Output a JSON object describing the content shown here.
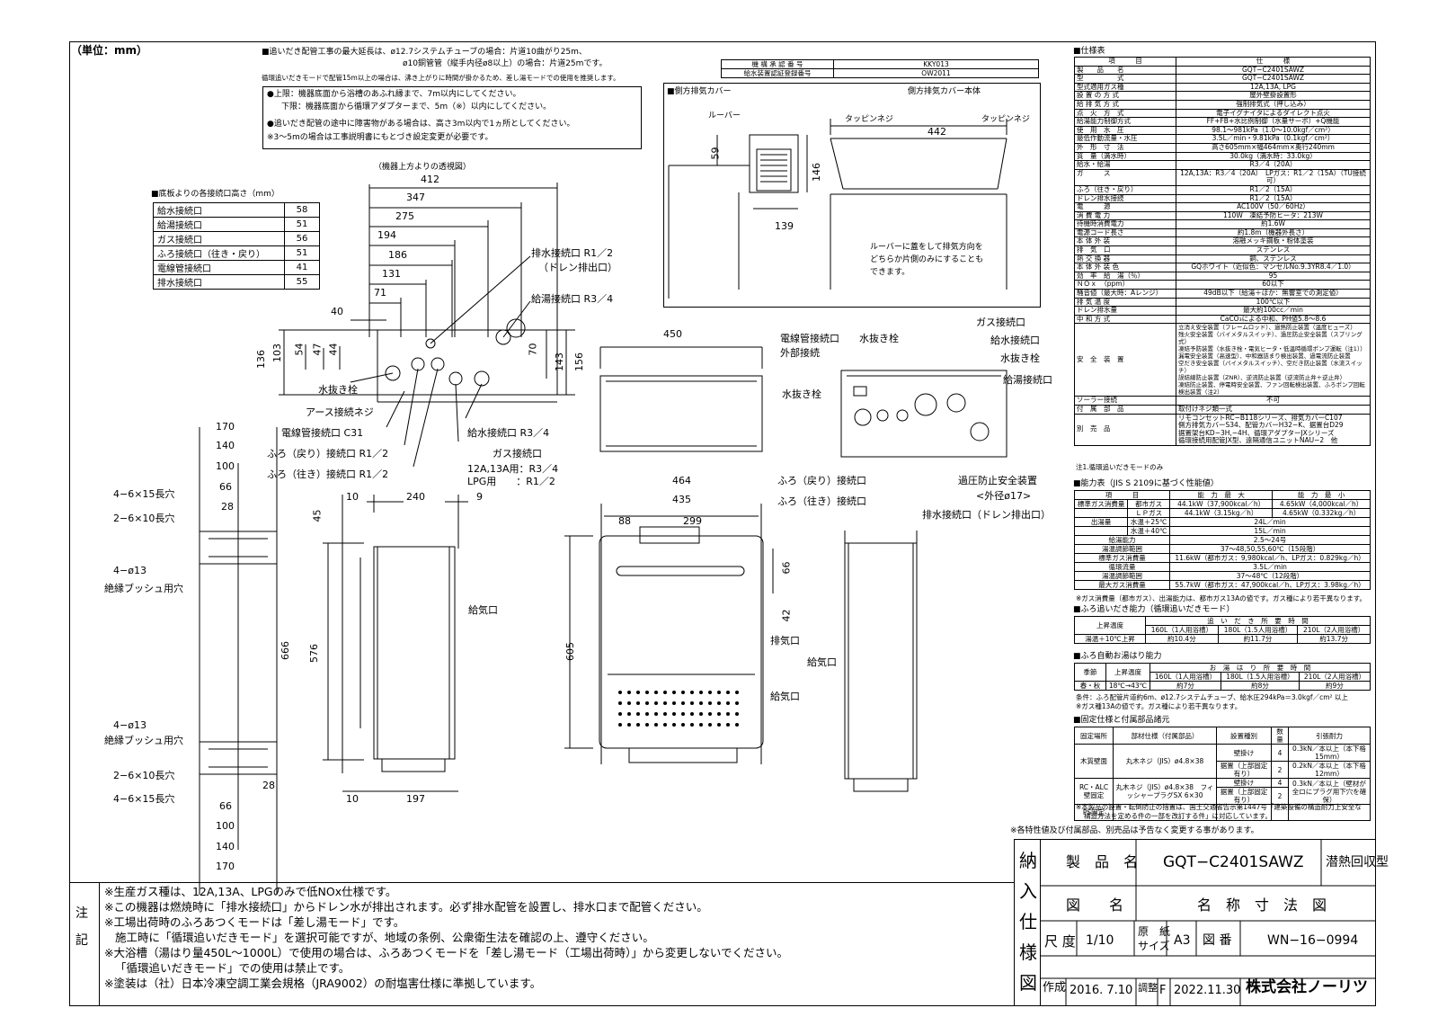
{
  "unit_label": "（単位：mm）",
  "piping_notes": [
    "■追いだき配管工事の最大延長は、ø12.7システムチューブの場合：片道10曲がり25m、",
    "ø10銅管管（縦手内径ø8以上）の場合：片道25mです。",
    "循環追いだきモードで配管15m以上の場合は、沸き上がりに時間が掛かるため、差し湯モードでの使用を推奨します。",
    "●上限：機器底面から浴槽のあふれ縁まで、7m以内にしてください。",
    "下限：機器底面から循環アダプターまで、5m（※）以内にしてください。",
    "●追いだき配管の途中に障害物がある場合は、高さ3m以内で1ヵ所としてください。",
    "※3〜5mの場合は工事説明書にもとづき設定変更が必要です。"
  ],
  "approval": {
    "rows": [
      {
        "label": "機 構 承 認 番 号",
        "value": "KKY013"
      },
      {
        "label": "給水装置認証登録番号",
        "value": "OW2011"
      }
    ]
  },
  "side_cover": {
    "title": "■側方排気カバー",
    "body_label": "側方排気カバー本体",
    "louver": "ルーバー",
    "tapping1": "タッピンネジ",
    "tapping2": "タッピンネジ",
    "dim442": "442",
    "dim59": "59",
    "dim146": "146",
    "dim139": "139",
    "note": [
      "ルーバーに蓋をして排気方向を",
      "どちらか片側のみにすることも",
      "できます。"
    ]
  },
  "joint_table": {
    "title": "■底板よりの各接続口高さ（mm）",
    "rows": [
      {
        "name": "給水接続口",
        "val": "58"
      },
      {
        "name": "給湯接続口",
        "val": "51"
      },
      {
        "name": "ガス接続口",
        "val": "56"
      },
      {
        "name": "ふろ接続口（往き・戻り）",
        "val": "51"
      },
      {
        "name": "電線管接続口",
        "val": "41"
      },
      {
        "name": "排水接続口",
        "val": "55"
      }
    ]
  },
  "top_view": {
    "title": "（機器上方よりの透視図）",
    "dims": [
      "412",
      "347",
      "275",
      "194",
      "186",
      "131",
      "71",
      "40",
      "136",
      "103",
      "54",
      "47",
      "44",
      "70",
      "143",
      "156"
    ],
    "labels": {
      "drain": "排水接続口 R1／2",
      "drain_sub": "（ドレン排出口）",
      "hot": "給湯接続口 R3／4",
      "water_plug": "水抜き栓",
      "earth": "アース接続ネジ",
      "conduit": "電線管接続口 C31",
      "bath_ret": "ふろ（戻り）接続口 R1／2",
      "bath_go": "ふろ（往き）接続口 R1／2",
      "water": "給水接続口 R3／4",
      "gas": "ガス接続口",
      "gas_12a": "12A,13A用：R3／4",
      "gas_lpg": "LPG用　　：R1／2"
    }
  },
  "bottom_view": {
    "dim450": "450",
    "labels": {
      "conduit": "電線管接続口",
      "ext": "外部接続",
      "plug1": "水抜き栓",
      "plug2": "水抜き栓",
      "plug3": "水抜き栓",
      "gas": "ガス接続口",
      "water": "給水接続口",
      "hot": "給湯接続口",
      "bath_ret": "ふろ（戻り）接続口",
      "bath_go": "ふろ（往き）接続口",
      "relief": "過圧防止安全装置",
      "relief_dia": "<外径ø17>",
      "drain": "排水接続口（ドレン排出口）"
    }
  },
  "bracket": {
    "dims": [
      "170",
      "140",
      "100",
      "66",
      "28",
      "28",
      "66",
      "100",
      "140",
      "170"
    ],
    "holes_top": [
      "4−6×15長穴",
      "2−6×10長穴",
      "4−ø13",
      "絶縁ブッシュ用穴"
    ],
    "holes_bot": [
      "4−ø13",
      "絶縁ブッシュ用穴",
      "2−6×10長穴",
      "4−6×15長穴"
    ]
  },
  "side_view": {
    "dims": [
      "10",
      "240",
      "9",
      "45",
      "666",
      "576",
      "10",
      "197"
    ],
    "air_in": "給気口"
  },
  "front_view": {
    "dims": [
      "464",
      "435",
      "88",
      "299",
      "66",
      "42",
      "605"
    ],
    "exhaust": "排気口",
    "air_in": "給気口"
  },
  "right_view": {
    "air_in": "給気口"
  },
  "spec": {
    "title": "■仕様表",
    "header": [
      "項　　　目",
      "仕　　　様"
    ],
    "rows": [
      [
        "製　　品　　名",
        "GQT−C2401SAWZ"
      ],
      [
        "型　　　　　式",
        "GQT−C2401SAWZ"
      ],
      [
        "型式適用ガス種",
        "12A,13A, LPG"
      ],
      [
        "設 置 の 方 式",
        "屋外壁掛設置形"
      ],
      [
        "給 排 気 方 式",
        "強制排気式（押し込み）"
      ],
      [
        "点　火　方　式",
        "電子イグナイタによるダイレクト点火"
      ],
      [
        "給湯能力制御方式",
        "FF+FB+水比例制御（水量サーボ）+Q機能"
      ],
      [
        "使　用　水　圧",
        "98.1〜981kPa（1.0〜10.0kgf／cm²）"
      ],
      [
        "最低作動流量・水圧",
        "3.5L／min・9.81kPa（0.1kgf／cm²）"
      ],
      [
        "外　形　寸　法",
        "高さ605mm×幅464mm×奥行240mm"
      ],
      [
        "質　量（満水時）",
        "30.0kg（満水時：33.0kg）"
      ],
      [
        "給水・給湯",
        "R3／4（20A）"
      ],
      [
        "ガ　　　ス",
        "12A,13A：R3／4（20A）　LPガス：R1／2（15A）（TU接続可）"
      ],
      [
        "ふろ（往き・戻り）",
        "R1／2（15A）"
      ],
      [
        "ドレン排水接続",
        "R1／2（15A）"
      ],
      [
        "電　　　源",
        "AC100V（50／60Hz）"
      ],
      [
        "消 費 電 力",
        "110W　凍結予防ヒータ：213W"
      ],
      [
        "待機時消費電力",
        "約1.6W"
      ],
      [
        "電源コード長さ",
        "約1.8m（機器外長さ）"
      ],
      [
        "本 体 外 装",
        "溶融メッキ鋼板・粉体塗装"
      ],
      [
        "排　気　口",
        "ステンレス"
      ],
      [
        "熱 交 換 器",
        "銅、ステンレス"
      ],
      [
        "本 体 外 装 色",
        "GQホワイト（近似色：マンセルNo.9.3YR8.4／1.0）"
      ],
      [
        "効　率　給　湯（％）",
        "95"
      ],
      [
        "ＮＯｘ　（ppm）",
        "60以下"
      ],
      [
        "騒音値（最大時：Aレンジ）",
        "49dB以下（給湯＋ほか：無響室での測定値）"
      ],
      [
        "排 気 温 度",
        "100℃以下"
      ],
      [
        "ドレン排水量",
        "最大約100cc／min"
      ],
      [
        "中 和 方 式",
        "CaCO₃による中和、PH値5.8〜8.6"
      ]
    ],
    "safety_label": "安　全　装　置",
    "safety": [
      "立消え安全装置（フレームロッド）、過熱防止装置（温度ヒューズ）",
      "残火安全装置（バイメタルスイッチ）、過圧防止安全装置（スプリング式）",
      "凍結予防装置（水抜き栓・電気ヒータ・低温時循環ポンプ運転（注1））",
      "漏電安全装置（高速型）、中和器詰まり検出装置、過電流防止装置",
      "空だき安全装置（バイメタルスイッチ）、空だき防止装置（水流スイッチ）",
      "誤結線防止装置（ZNR）、逆流防止装置（逆流防止弁＋逆止弁）",
      "凍結防止装置、停電時安全装置、ファン回転検出装置、ふろポンプ回転検出装置（注2）"
    ],
    "solar": [
      "ソーラー接続",
      "不可"
    ],
    "accessory": [
      "付　属　部　品",
      "取付けネジ類一式"
    ],
    "options_label": "別　売　品",
    "options": [
      "リモコンセットRC−B118シリーズ、排気カバーC107",
      "側方排気カバーS34、配管カバーH32−K、据置台D29",
      "据置架台KD−3H,−4H、循環アダプターJXシリーズ",
      "循環接続用配管JX型、遠隔通信ユニットNAU−2　他"
    ],
    "footnote": "注1.循環追いだきモードのみ"
  },
  "capacity": {
    "title": "■能力表（JIS S 2109に基づく性能値）",
    "head": [
      "項　　　目",
      "能　力　最　大",
      "能　力　最　小"
    ],
    "rows": [
      [
        "標準ガス消費量",
        "都市ガス",
        "44.1kW（37,900kcal／h）",
        "4.65kW（4,000kcal／h）"
      ],
      [
        "",
        "ＬＰガス",
        "44.1kW（3.15kg／h）",
        "4.65kW（0.332kg／h）"
      ],
      [
        "出湯量",
        "水温＋25℃",
        "24L／min",
        ""
      ],
      [
        "",
        "水温＋40℃",
        "15L／min",
        ""
      ],
      [
        "給湯能力",
        "",
        "2.5〜24号",
        ""
      ],
      [
        "湯温調節範囲",
        "",
        "37〜48,50,55,60℃（15段階）",
        ""
      ],
      [
        "標準ガス消費量",
        "",
        "11.6kW（都市ガス：9,980kcal／h、LPガス：0.829kg／h）",
        ""
      ],
      [
        "循環流量",
        "",
        "3.5L／min",
        ""
      ],
      [
        "湯温調節範囲",
        "",
        "37〜48℃（12段階）",
        ""
      ],
      [
        "最大ガス消費量",
        "",
        "55.7kW（都市ガス：47,900kcal／h、LPガス：3.98kg／h）",
        ""
      ]
    ],
    "note": "※ガス消費量（都市ガス）、出湯能力は、都市ガス13Aの値です。ガス種により若干異なります。"
  },
  "bath_reheat": {
    "title": "■ふろ追いだき能力（循環追いだきモード）",
    "head": [
      "上昇温度",
      "追　い　だ　き　所　要　時　間"
    ],
    "sub": [
      "160L（1人用浴槽）",
      "180L（1.5人用浴槽）",
      "210L（2人用浴槽）"
    ],
    "row": [
      "湯温＋10℃上昇",
      "約10.4分",
      "約11.7分",
      "約13.7分"
    ]
  },
  "bath_fill": {
    "title": "■ふろ自動お湯はり能力",
    "head": [
      "季節",
      "上昇温度",
      "お　湯　は　り　所　要　時　間"
    ],
    "sub": [
      "160L（1人用浴槽）",
      "180L（1.5人用浴槽）",
      "210L（2人用浴槽）"
    ],
    "row": [
      "春・秋",
      "18℃→43℃",
      "約7分",
      "約8分",
      "約9分"
    ],
    "note1": "条件：ふろ配管片道約6m、ø12.7システムチューブ、給水圧294kPa＝3.0kgf／cm² 以上",
    "note2": "※ガス種13Aの値です。ガス種により若干異なります。"
  },
  "fixing": {
    "title": "■固定仕様と付属部品諸元",
    "head": [
      "固定場所",
      "部材仕様（付属部品）",
      "設置種別",
      "数量",
      "引張耐力"
    ],
    "rows": [
      [
        "木質壁面",
        "丸木ネジ（JIS）ø4.8×38",
        "壁掛け",
        "4",
        "0.3kN／本以上（本下格15mm）"
      ],
      [
        "",
        "",
        "据置（上部固定有り）",
        "2",
        "0.2kN／本以上（本下格12mm）"
      ],
      [
        "RC・ALC壁固定",
        "丸木ネジ（JIS）ø4.8×38　フィッシャープラグSX 6×30",
        "壁掛け",
        "4",
        "0.3kN／本以上（壁材が全ロにプラグ用下穴を確保）"
      ],
      [
        "",
        "",
        "据置（上部固定有り）",
        "2",
        ""
      ],
      [
        "PS固定",
        "",
        "",
        "",
        ""
      ]
    ],
    "note": [
      "※本製品の設置・転倒防止の措置は、国土交通省告示第1447号「建築設備の構造耐力上安全な",
      "構造方法を定める件の一部を改訂する件」に対応しています。"
    ]
  },
  "spec_change_note": "※各特性値及び付属部品、別売品は予告なく変更する事があります。",
  "title_block": {
    "vertical": [
      "納",
      "入",
      "仕",
      "様",
      "図"
    ],
    "product_label": "製　品　名",
    "product": "GQT−C2401SAWZ",
    "type": "潜熱回収型",
    "drawing_label": "図　　名",
    "drawing": "名　称　寸　法　図",
    "scale_label": "尺 度",
    "scale": "1/10",
    "paper_label": "原　紙",
    "paper_label2": "サイズ",
    "paper": "A3",
    "number_label": "図 番",
    "number": "WN−16−0994",
    "made_label": "作成",
    "made": "2016. 7.10",
    "rev_label": "調整",
    "rev_code": "F",
    "rev_date": "2022.11.30",
    "company": "株式会社ノーリツ"
  },
  "notes": {
    "label": [
      "注",
      "記"
    ],
    "lines": [
      "※生産ガス種は、12A,13A、LPGのみで低NOx仕様です。",
      "※この機器は燃焼時に「排水接続口」からドレン水が排出されます。必ず排水配管を設置し、排水口まで配管ください。",
      "※工場出荷時のふろあつくモードは「差し湯モード」です。",
      "施工時に「循環追いだきモード」を選択可能ですが、地域の条例、公衆衛生法を確認の上、遵守ください。",
      "※大浴槽（湯はり量450L〜1000L）で使用の場合は、ふろあつくモードを「差し湯モード（工場出荷時）」から変更しないでください。",
      "「循環追いだきモード」での使用は禁止です。",
      "※塗装は（社）日本冷凍空調工業会規格（JRA9002）の耐塩害仕様に準拠しています。"
    ]
  }
}
